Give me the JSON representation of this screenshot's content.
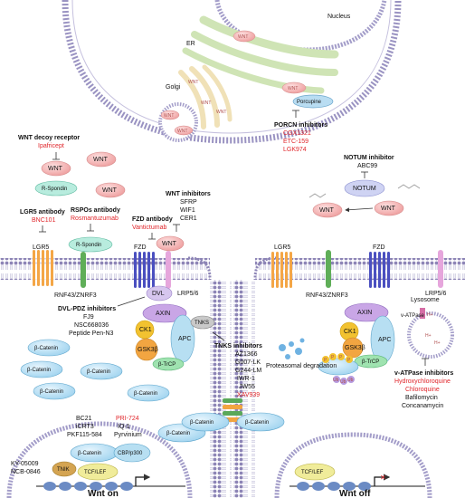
{
  "organelles": {
    "nucleus": "Nucleus",
    "er": "ER",
    "golgi": "Golgi",
    "porcupine": "Porcupine",
    "lysosome": "Lysosome",
    "v_atpase": "v-ATPase",
    "h_plus": "H+"
  },
  "porcn": {
    "title": "PORCN inhibitors",
    "drugs": [
      "CGX1321",
      "ETC-159",
      "LGK974"
    ]
  },
  "decoy": {
    "title": "WNT decoy receptor",
    "drug": "Ipafricept"
  },
  "notum": {
    "title": "NOTUM inhibitor",
    "drug": "ABC99",
    "protein": "NOTUM"
  },
  "lgr5_ab": {
    "title": "LGR5 antibody",
    "drug": "BNC101"
  },
  "rspo_ab": {
    "title": "RSPOs antibody",
    "drug": "Rosmantuzumab"
  },
  "fzd_ab": {
    "title": "FZD antibody",
    "drug": "Vantictumab"
  },
  "wnt_inh": {
    "title": "WNT inhibitors",
    "items": [
      "SFRP",
      "WIF1",
      "CER1"
    ]
  },
  "proteins": {
    "wnt": "WNT",
    "rspondin": "R-Spondin",
    "lgr5": "LGR5",
    "rnf43": "RNF43/ZNRF3",
    "fzd": "FZD",
    "lrp": "LRP5/6",
    "dvl": "DVL",
    "axin": "AXIN",
    "ck1": "CK1",
    "gsk3b": "GSK3β",
    "apc": "APC",
    "btrcp": "β-TrCP",
    "tnks": "TNKS",
    "bcat": "β-Catenin",
    "cbp": "CBP/p300",
    "tcf": "TCF/LEF",
    "tnik": "TNIK",
    "p": "P",
    "ub": "Ub"
  },
  "dvl_pdz": {
    "title": "DVL-PDZ inhibitors",
    "items": [
      "FJ9",
      "NSC668036",
      "Peptide Pen-N3"
    ]
  },
  "tnks_inh": {
    "title": "TNKS inhibitors",
    "items": [
      "AZ1366",
      "G007-LK",
      "G244-LM",
      "IWR-1",
      "JW55"
    ],
    "red_item": "XAV939"
  },
  "cbp_inh": {
    "left": [
      "BC21",
      "iCRT3",
      "PKF115-584"
    ],
    "right_red": "PRI-724",
    "right": [
      "IQ-1",
      "Pyrvinium"
    ]
  },
  "tnik_inh": [
    "KY-05009",
    "NCB-0846"
  ],
  "vatpase_inh": {
    "title": "v-ATPase inhibitors",
    "red_items": [
      "Hydroxychloroquine",
      "Chloroquine"
    ],
    "items": [
      "Bafilomycin",
      "Concanamycin"
    ]
  },
  "proteasome": "Proteasomal degradation",
  "states": {
    "on": "Wnt on",
    "off": "Wnt off"
  },
  "colors": {
    "wnt_fill": "#f4b8b8",
    "bcat_fill": "#bfe3f5",
    "axin_fill": "#c9a6e6",
    "ck1_fill": "#f2c230",
    "apc_fill": "#b7dff2",
    "btrcp_fill": "#9fe3b0",
    "membrane": "#8b83b8",
    "drug_red": "#e0262b"
  }
}
